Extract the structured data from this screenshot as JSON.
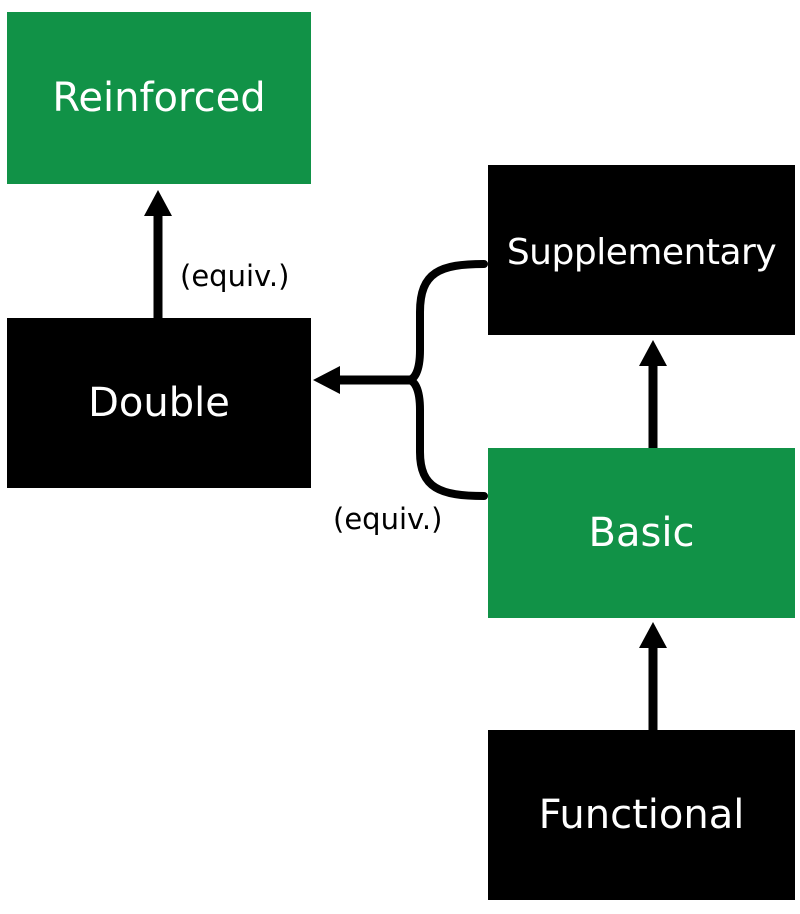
{
  "colors": {
    "green": "#119247",
    "black": "#000000",
    "text_on_box": "#ffffff"
  },
  "nodes": {
    "reinforced": {
      "label": "Reinforced",
      "color": "#119247"
    },
    "double": {
      "label": "Double",
      "color": "#000000"
    },
    "supplementary": {
      "label": "Supplementary",
      "color": "#000000"
    },
    "basic": {
      "label": "Basic",
      "color": "#119247"
    },
    "functional": {
      "label": "Functional",
      "color": "#000000"
    }
  },
  "edges": [
    {
      "from": "double",
      "to": "reinforced",
      "label": "(equiv.)"
    },
    {
      "from": "basic",
      "to": "supplementary",
      "label": ""
    },
    {
      "from": "functional",
      "to": "basic",
      "label": ""
    },
    {
      "from": [
        "supplementary",
        "basic"
      ],
      "to": "double",
      "label": "(equiv.)"
    }
  ],
  "labels": {
    "equiv_top": "(equiv.)",
    "equiv_bottom": "(equiv.)"
  }
}
